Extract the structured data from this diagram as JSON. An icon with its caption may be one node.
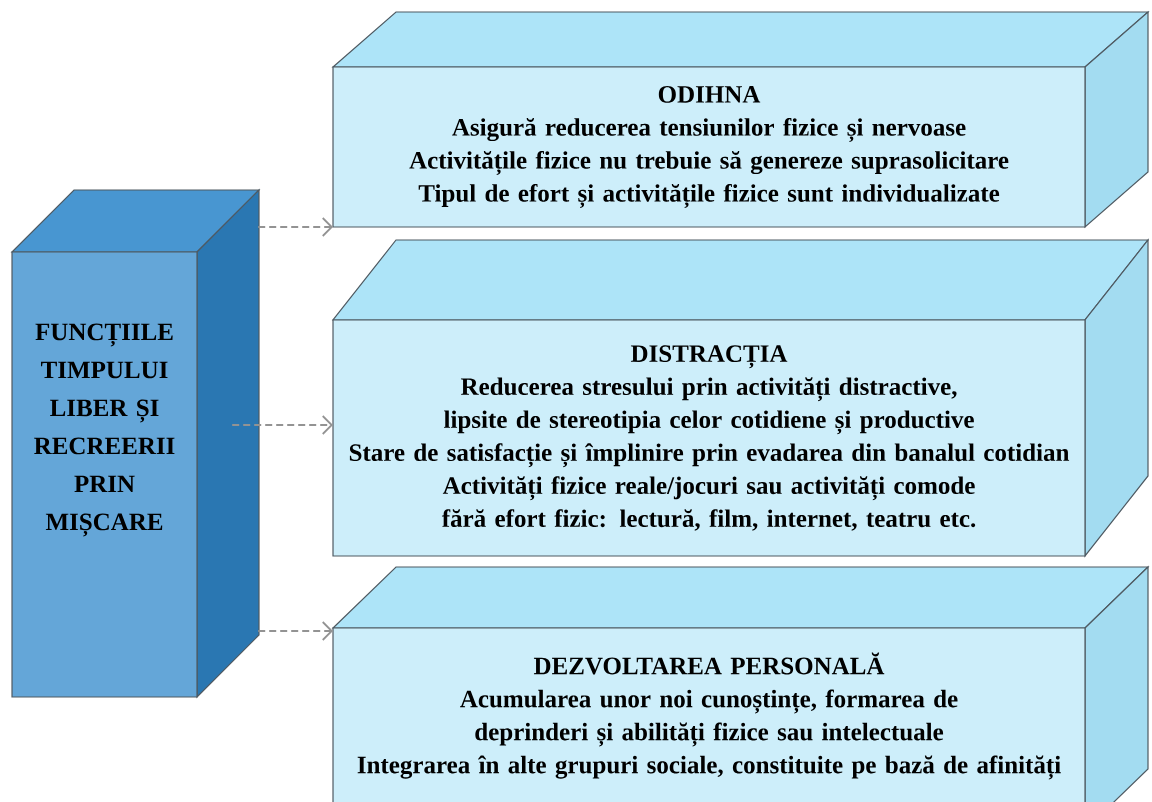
{
  "diagram": {
    "nodes": [
      {
        "text": [
          "FUNCȚIILE TIMPULUI LIBER ȘI RECREERII PRIN MIȘCARE"
        ]
      },
      {
        "text": [
          "ODIHNA",
          "Asigură reducerea tensiunilor fizice și nervoase",
          "Activitățile fizice nu trebuie să genereze suprasolicitare",
          "Tipul de efort și activitățile fizice sunt individualizate"
        ]
      },
      {
        "text": [
          "DISTRACȚIA",
          "Reducerea stresului prin activități distractive, lipsite de stereotipia celor cotidiene și productive",
          "Stare de satisfacție și împlinire prin evadarea din banalul cotidian",
          "Activități fizice reale/jocuri sau activități comode fără efort fizic: lectură, film, internet, teatru etc."
        ]
      },
      {
        "text": [
          "DEZVOLTAREA PERSONALĂ",
          "Acumularea unor noi cunoștințe, formarea de deprinderi și abilități fizice sau intelectuale",
          "Integrarea în alte grupuri sociale, constituite pe bază de afinități"
        ]
      }
    ],
    "edges": [
      {
        "from": 0,
        "to": 1,
        "arrow": "to",
        "style": "dashed"
      },
      {
        "from": 0,
        "to": 2,
        "arrow": "to",
        "style": "dashed"
      },
      {
        "from": 0,
        "to": 3,
        "arrow": "to",
        "style": "dashed"
      }
    ]
  }
}
